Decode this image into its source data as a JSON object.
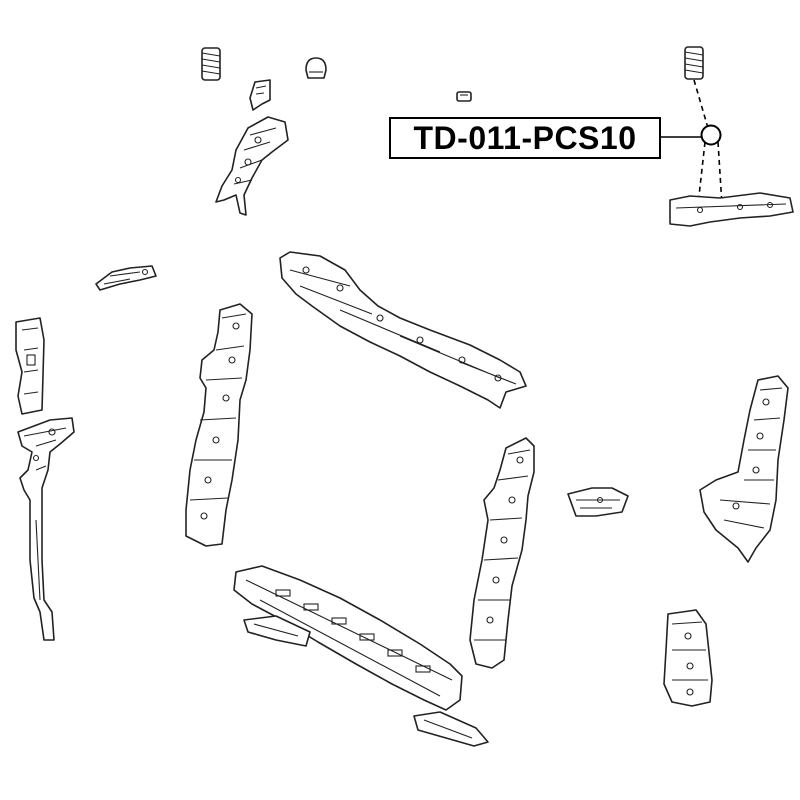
{
  "callout": {
    "part_number": "TD-011-PCS10"
  },
  "colors": {
    "line": "#222222",
    "background": "#ffffff",
    "label_border": "#000000"
  },
  "parts": [
    "upper-left-spring",
    "upper-cap",
    "upper-small-clip",
    "upper-left-clip",
    "upper-left-bracket",
    "upper-right-spring",
    "cushion-bushing",
    "upper-right-support-bar",
    "left-small-bracket",
    "left-side-bracket",
    "left-hood-lock-support-rod",
    "radiator-support-left-upright",
    "radiator-support-upper-member",
    "radiator-support-right-upright",
    "radiator-support-lower-member",
    "lower-center-bracket",
    "lower-right-bracket",
    "middle-right-bracket",
    "right-side-panel",
    "right-lower-bracket"
  ]
}
